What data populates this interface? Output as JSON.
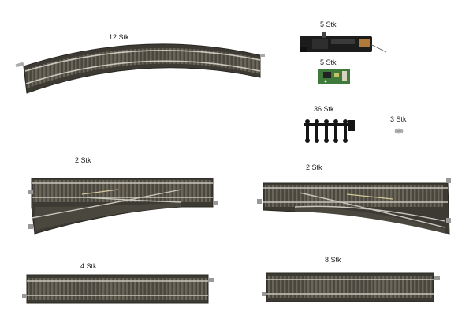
{
  "labels": {
    "curved_track": "12 Stk",
    "turnout_motor": "5 Stk",
    "decoder": "5 Stk",
    "clips": "36 Stk",
    "screws": "3 Stk",
    "left_turnout": "2 Stk",
    "right_turnout": "2 Stk",
    "straight_left": "4 Stk",
    "straight_right": "8 Stk"
  },
  "colors": {
    "ballast": "#4a473e",
    "ballast_dark": "#2f2d27",
    "sleeper": "#6b665a",
    "rail": "#c9c6bd",
    "pcb": "#3e7a3a"
  }
}
